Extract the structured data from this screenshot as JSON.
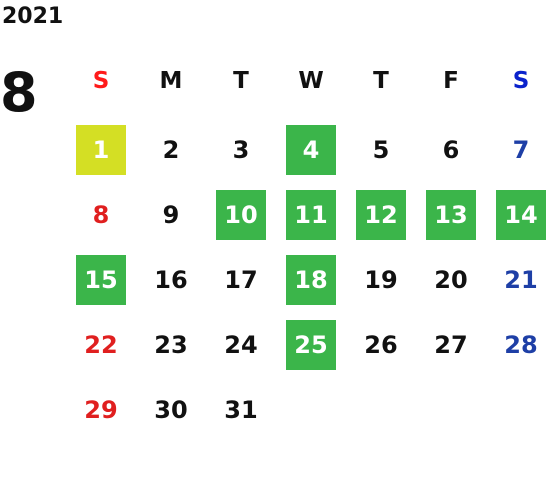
{
  "calendar": {
    "year": "2021",
    "month": "8",
    "weekdays": [
      "S",
      "M",
      "T",
      "W",
      "T",
      "F",
      "S"
    ],
    "colors": {
      "text": "#111111",
      "sunday_header": "#ff1a1a",
      "saturday_header": "#0a22cc",
      "sunday": "#e01f1f",
      "saturday": "#1e3fa6",
      "highlight_green": "#3bb54a",
      "highlight_yellow": "#d4df24",
      "highlight_text": "#ffffff"
    },
    "weeks": [
      [
        {
          "day": "1",
          "highlight": "yellow"
        },
        {
          "day": "2",
          "highlight": ""
        },
        {
          "day": "3",
          "highlight": ""
        },
        {
          "day": "4",
          "highlight": "green"
        },
        {
          "day": "5",
          "highlight": ""
        },
        {
          "day": "6",
          "highlight": ""
        },
        {
          "day": "7",
          "highlight": ""
        }
      ],
      [
        {
          "day": "8",
          "highlight": ""
        },
        {
          "day": "9",
          "highlight": ""
        },
        {
          "day": "10",
          "highlight": "green"
        },
        {
          "day": "11",
          "highlight": "green"
        },
        {
          "day": "12",
          "highlight": "green"
        },
        {
          "day": "13",
          "highlight": "green"
        },
        {
          "day": "14",
          "highlight": "green"
        }
      ],
      [
        {
          "day": "15",
          "highlight": "green"
        },
        {
          "day": "16",
          "highlight": ""
        },
        {
          "day": "17",
          "highlight": ""
        },
        {
          "day": "18",
          "highlight": "green"
        },
        {
          "day": "19",
          "highlight": ""
        },
        {
          "day": "20",
          "highlight": ""
        },
        {
          "day": "21",
          "highlight": ""
        }
      ],
      [
        {
          "day": "22",
          "highlight": ""
        },
        {
          "day": "23",
          "highlight": ""
        },
        {
          "day": "24",
          "highlight": ""
        },
        {
          "day": "25",
          "highlight": "green"
        },
        {
          "day": "26",
          "highlight": ""
        },
        {
          "day": "27",
          "highlight": ""
        },
        {
          "day": "28",
          "highlight": ""
        }
      ],
      [
        {
          "day": "29",
          "highlight": ""
        },
        {
          "day": "30",
          "highlight": ""
        },
        {
          "day": "31",
          "highlight": ""
        },
        {
          "day": "",
          "highlight": ""
        },
        {
          "day": "",
          "highlight": ""
        },
        {
          "day": "",
          "highlight": ""
        },
        {
          "day": "",
          "highlight": ""
        }
      ]
    ]
  }
}
